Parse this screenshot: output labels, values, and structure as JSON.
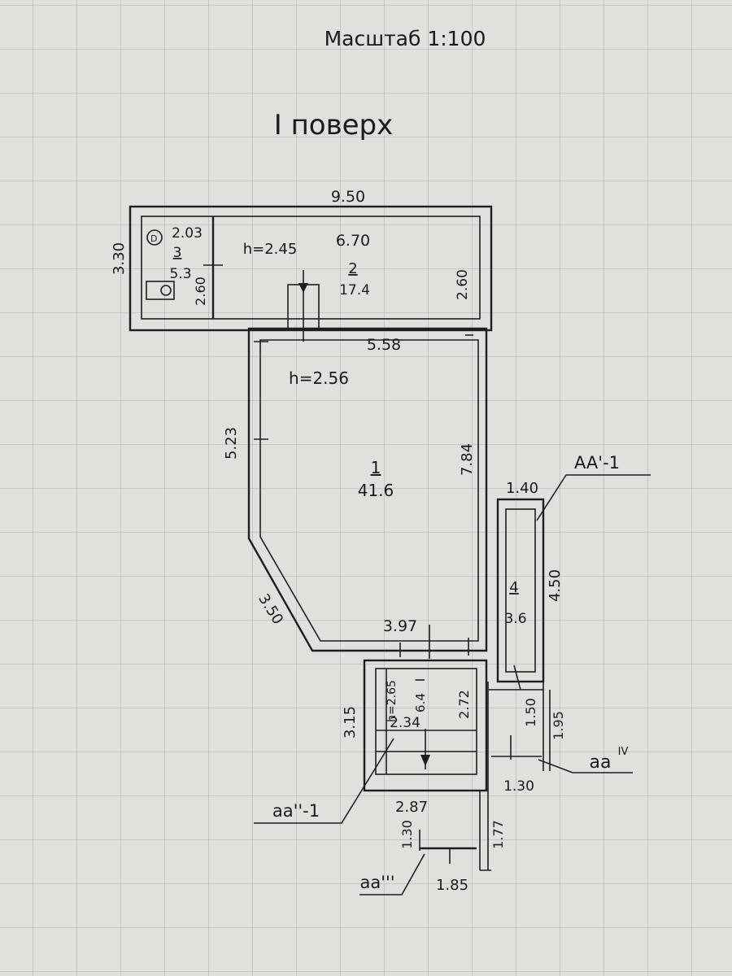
{
  "header": {
    "scale": "Масштаб 1:100",
    "floor_title": "I поверх"
  },
  "plan": {
    "outer": {
      "top_width": "9.50",
      "left_height": "3.30"
    },
    "room1": {
      "number": "1",
      "area": "41.6",
      "height": "h=2.56",
      "top_wall": "5.58",
      "left_wall": "5.23",
      "right_wall": "7.84",
      "diagonal_wall": "3.50",
      "bottom_wall": "3.97"
    },
    "room2": {
      "number": "2",
      "area": "17.4",
      "height": "h=2.45",
      "length": "6.70",
      "depth": "2.60"
    },
    "room3": {
      "number": "3",
      "area": "5.3",
      "width": "2.03",
      "depth": "2.60"
    },
    "room4": {
      "number": "4",
      "area": "3.6",
      "width": "1.40",
      "length": "4.50"
    },
    "stair": {
      "number": "I",
      "area": "6.4",
      "height": "h=2.65",
      "inner_width": "2.34",
      "inner_depth": "2.72",
      "outer_depth": "3.15"
    },
    "porch_right": {
      "depth": "1.50",
      "outer_depth": "1.95",
      "width": "1.30"
    },
    "porch_bottom": {
      "width": "2.87",
      "depth": "1.30",
      "outer_depth": "1.77",
      "step": "1.85"
    },
    "annotations": {
      "aa1": "AA'-1",
      "aa2": "aa''-1",
      "aa3": "aa'''",
      "aa4": "aa",
      "aa4_sup": "IV"
    }
  }
}
